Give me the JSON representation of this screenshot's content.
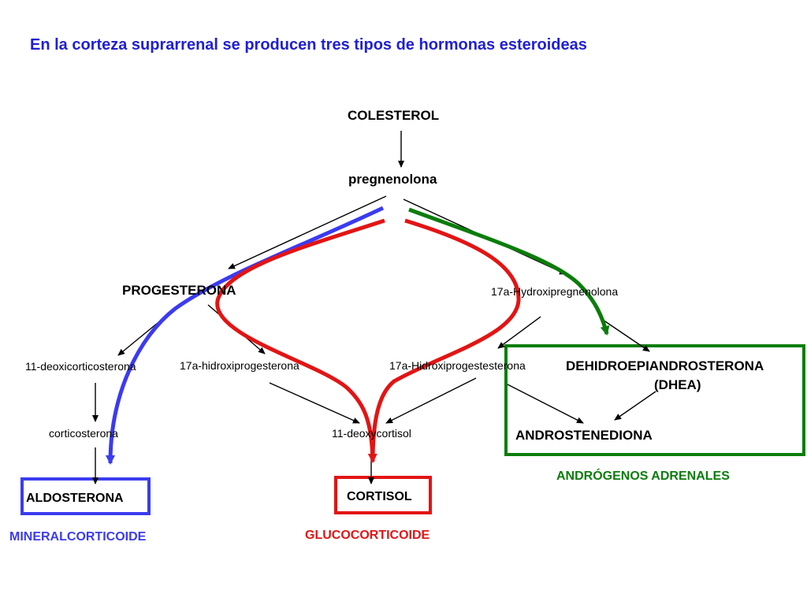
{
  "title": "En la corteza suprarrenal se producen tres tipos de hormonas esteroideas",
  "nodes": {
    "colesterol": "COLESTEROL",
    "pregnenolona": "pregnenolona",
    "progesterona": "PROGESTERONA",
    "hidroxipregnenolona": "17a-Hydroxipregnenolona",
    "deoxicorticosterona": "11-deoxicorticosterona",
    "hidroxiprogesterona_a": "17a-hidroxiprogesterona",
    "hidroxiprogesterona_b": "17a-Hidroxiprogestesterona",
    "dhea_line1": "DEHIDROEPIANDROSTERONA",
    "dhea_line2": "(DHEA)",
    "corticosterona": "corticosterona",
    "deoxycortisol": "11-deoxycortisol",
    "androstenediona": "ANDROSTENEDIONA",
    "aldosterona": "ALDOSTERONA",
    "cortisol": "CORTISOL"
  },
  "groups": {
    "mineralcorticoide": "MINERALCORTICOIDE",
    "glucocorticoide": "GLUCOCORTICOIDE",
    "androgenos": "ANDRÓGENOS ADRENALES"
  },
  "colors": {
    "blue": "#3b3bf0",
    "red": "#e31414",
    "green": "#0a7d0a",
    "title": "#1f1fd6",
    "black": "#000000"
  }
}
